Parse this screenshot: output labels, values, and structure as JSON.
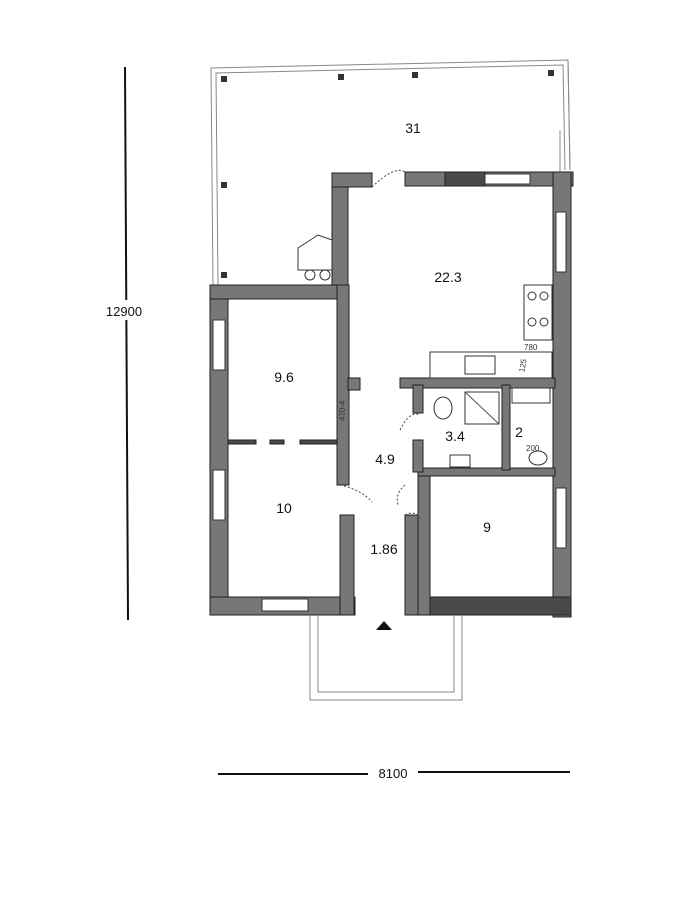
{
  "dimensions": {
    "height": "12900",
    "width": "8100"
  },
  "rooms": {
    "terrace": "31",
    "living_kitchen": "22.3",
    "bedroom_upper": "9.6",
    "bedroom_lower": "10",
    "hall": "4.9",
    "bathroom": "3.4",
    "wc": "2",
    "bedroom_right": "9",
    "vestibule": "1.86"
  },
  "annotations": {
    "kitchen_a": "780",
    "kitchen_b": "125",
    "wc_note": "200",
    "wall_note": "470-4"
  },
  "colors": {
    "wall": "#777777",
    "wall_dark": "#4a4a4a",
    "line": "#222222"
  }
}
